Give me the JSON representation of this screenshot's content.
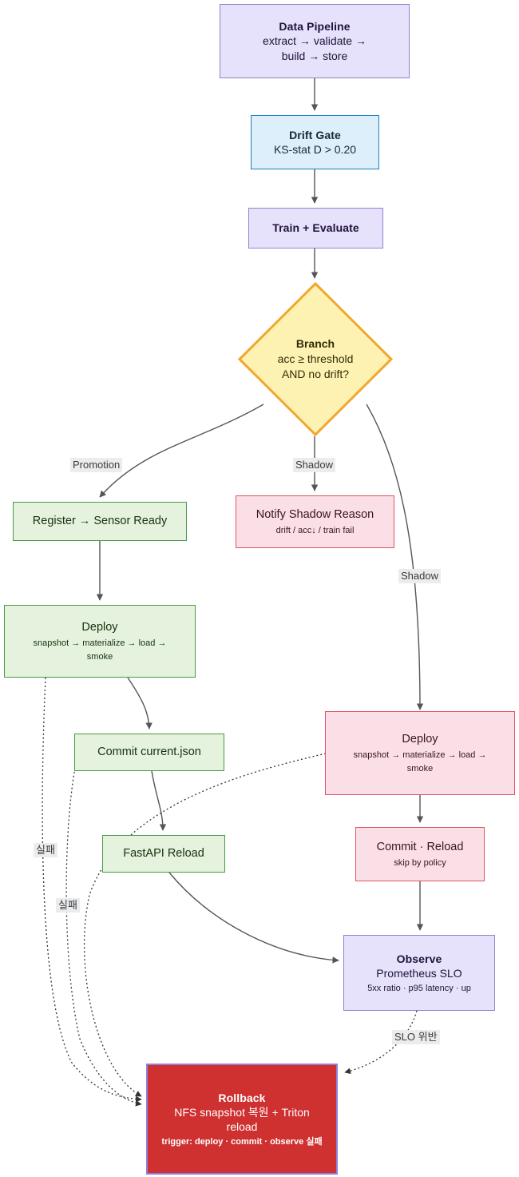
{
  "diagram": {
    "title": "MLOps deployment flowchart",
    "colors": {
      "violet_fill": "#e6e2fb",
      "violet_stroke": "#9a7ecb",
      "blue_fill": "#dceffa",
      "blue_stroke": "#1f7ec4",
      "yellow_fill": "#fdf2b2",
      "yellow_stroke": "#f0a82e",
      "green_fill": "#e4f2de",
      "green_stroke": "#4a9a44",
      "pink_fill": "#fbdfe6",
      "pink_stroke": "#e0545f",
      "red_fill": "#cf3030",
      "red_stroke": "#8f7fe0",
      "edge_stroke": "#555555",
      "edge_label_bg": "#ebeced"
    }
  },
  "nodes": {
    "data_pipeline": {
      "title": "Data Pipeline",
      "line1": "extract → validate →",
      "line2": "build → store"
    },
    "drift_gate": {
      "title": "Drift Gate",
      "sub": "KS-stat D > 0.20"
    },
    "train_evaluate": {
      "title": "Train + Evaluate"
    },
    "branch": {
      "title": "Branch",
      "line1": "acc ≥ threshold",
      "line2": "AND no drift?"
    },
    "register": {
      "title": "Register → Sensor Ready"
    },
    "notify_shadow": {
      "title": "Notify Shadow Reason",
      "sub": "drift / acc↓ / train fail"
    },
    "deploy_promotion": {
      "title": "Deploy",
      "line1": "snapshot → materialize → load →",
      "line2": "smoke"
    },
    "commit_current": {
      "title": "Commit current.json"
    },
    "deploy_shadow": {
      "title": "Deploy",
      "line1": "snapshot → materialize → load →",
      "line2": "smoke"
    },
    "fastapi_reload": {
      "title": "FastAPI Reload"
    },
    "commit_reload": {
      "title": "Commit · Reload",
      "sub": "skip by policy"
    },
    "observe": {
      "title": "Observe",
      "sub": "Prometheus SLO",
      "small": "5xx ratio · p95 latency · up"
    },
    "rollback": {
      "title": "Rollback",
      "line1": "NFS snapshot 복원 + Triton",
      "line2": "reload",
      "small": "trigger: deploy · commit · observe 실패"
    }
  },
  "edge_labels": {
    "promotion": "Promotion",
    "shadow_center": "Shadow",
    "shadow_right": "Shadow",
    "fail_left": "실패",
    "fail_mid": "실패",
    "slo_violation": "SLO 위반"
  }
}
